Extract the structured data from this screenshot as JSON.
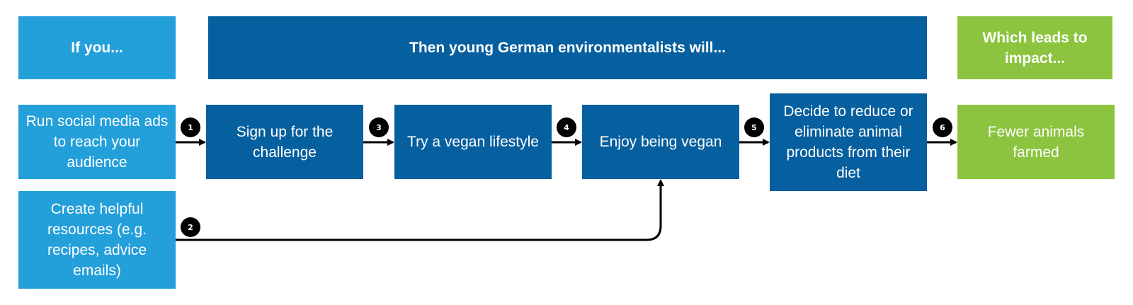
{
  "headers": {
    "if": "If you...",
    "then": "Then young German environmentalists will...",
    "impact": "Which leads to impact..."
  },
  "nodes": {
    "run_ads": "Run social media ads to reach your audience",
    "create_resources": "Create helpful resources (e.g. recipes, advice emails)",
    "sign_up": "Sign up for the challenge",
    "try_vegan": "Try a vegan lifestyle",
    "enjoy_vegan": "Enjoy being vegan",
    "decide_reduce": "Decide to reduce or eliminate animal products from their diet",
    "fewer_animals": "Fewer animals farmed"
  },
  "steps": [
    "1",
    "2",
    "3",
    "4",
    "5",
    "6"
  ],
  "colors": {
    "light_blue": "#239fda",
    "dark_blue": "#065f9e",
    "green": "#8cc43f",
    "arrow": "#000000"
  }
}
